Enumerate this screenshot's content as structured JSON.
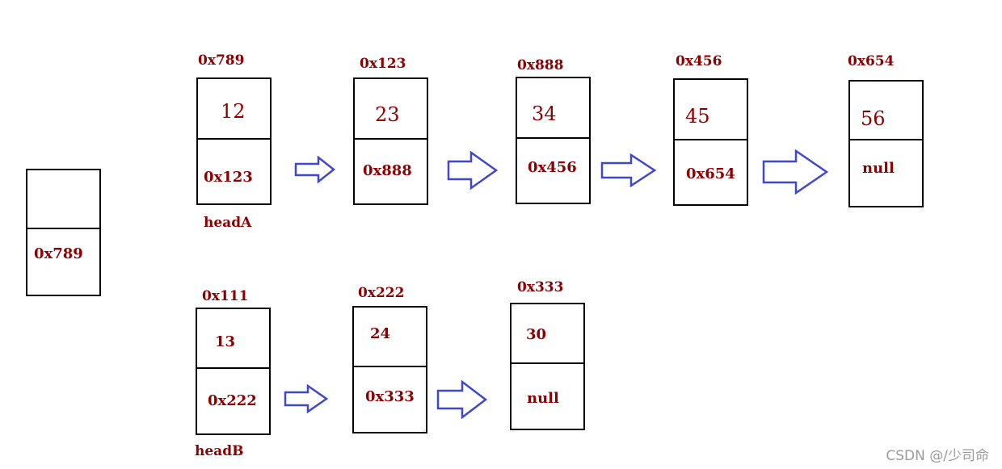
{
  "colors": {
    "text": "#8b0000",
    "arrow": "#3f48cc",
    "border": "#000000",
    "watermark": "#9a9a9a"
  },
  "pointer": {
    "next": "0x789"
  },
  "listA": {
    "head_label": "headA",
    "nodes": [
      {
        "address": "0x789",
        "value": "12",
        "next": "0x123"
      },
      {
        "address": "0x123",
        "value": "23",
        "next": "0x888"
      },
      {
        "address": "0x888",
        "value": "34",
        "next": "0x456"
      },
      {
        "address": "0x456",
        "value": "45",
        "next": "0x654"
      },
      {
        "address": "0x654",
        "value": "56",
        "next": "null"
      }
    ]
  },
  "listB": {
    "head_label": "headB",
    "nodes": [
      {
        "address": "0x111",
        "value": "13",
        "next": "0x222"
      },
      {
        "address": "0x222",
        "value": "24",
        "next": "0x333"
      },
      {
        "address": "0x333",
        "value": "30",
        "next": "null"
      }
    ]
  },
  "watermark": "CSDN @/少司命"
}
